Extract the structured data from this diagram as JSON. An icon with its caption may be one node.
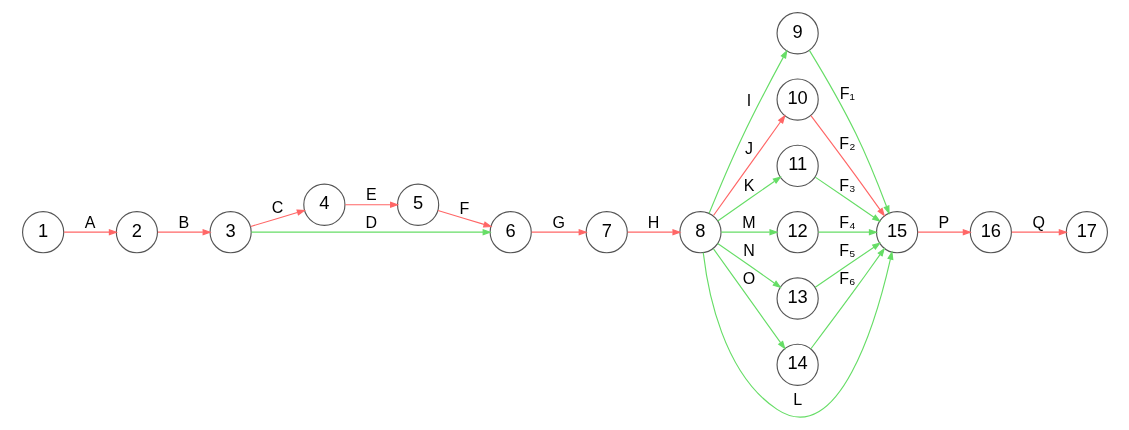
{
  "diagram": {
    "nodes": [
      {
        "text": [
          "1"
        ]
      },
      {
        "text": [
          "2"
        ]
      },
      {
        "text": [
          "3"
        ]
      },
      {
        "text": [
          "4"
        ]
      },
      {
        "text": [
          "5"
        ]
      },
      {
        "text": [
          "6"
        ]
      },
      {
        "text": [
          "7"
        ]
      },
      {
        "text": [
          "8"
        ]
      },
      {
        "text": [
          "9"
        ]
      },
      {
        "text": [
          "10"
        ]
      },
      {
        "text": [
          "11"
        ]
      },
      {
        "text": [
          "12"
        ]
      },
      {
        "text": [
          "13"
        ]
      },
      {
        "text": [
          "14"
        ]
      },
      {
        "text": [
          "15"
        ]
      },
      {
        "text": [
          "16"
        ]
      },
      {
        "text": [
          "17"
        ]
      }
    ],
    "edges": [
      {
        "from": 0,
        "to": 1,
        "arrow": "to",
        "label": "A",
        "color": "#ff6666"
      },
      {
        "from": 1,
        "to": 2,
        "arrow": "to",
        "label": "B",
        "color": "#ff6666"
      },
      {
        "from": 2,
        "to": 3,
        "arrow": "to",
        "label": "C",
        "color": "#ff6666"
      },
      {
        "from": 3,
        "to": 4,
        "arrow": "to",
        "label": "E",
        "color": "#ff6666"
      },
      {
        "from": 4,
        "to": 5,
        "arrow": "to",
        "label": "F",
        "color": "#ff6666"
      },
      {
        "from": 2,
        "to": 5,
        "arrow": "to",
        "label": "D"
      },
      {
        "from": 5,
        "to": 6,
        "arrow": "to",
        "label": "G",
        "color": "#ff6666"
      },
      {
        "from": 6,
        "to": 7,
        "arrow": "to",
        "label": "H",
        "color": "#ff6666"
      },
      {
        "from": 7,
        "to": 8,
        "arrow": "to",
        "label": "I"
      },
      {
        "from": 7,
        "to": 9,
        "arrow": "to",
        "label": "J",
        "color": "#ff6666"
      },
      {
        "from": 7,
        "to": 10,
        "arrow": "to",
        "label": "K"
      },
      {
        "from": 7,
        "to": 14,
        "arrow": "to",
        "label": "L"
      },
      {
        "from": 7,
        "to": 11,
        "arrow": "to",
        "label": "M"
      },
      {
        "from": 7,
        "to": 12,
        "arrow": "to",
        "label": "N"
      },
      {
        "from": 7,
        "to": 13,
        "arrow": "to",
        "label": "O"
      },
      {
        "from": 8,
        "to": 14,
        "arrow": "to",
        "label": "F₁"
      },
      {
        "from": 9,
        "to": 14,
        "arrow": "to",
        "label": "F₂",
        "color": "#ff6666"
      },
      {
        "from": 10,
        "to": 14,
        "arrow": "to",
        "label": "F₃"
      },
      {
        "from": 11,
        "to": 14,
        "arrow": "to",
        "label": "F₄"
      },
      {
        "from": 12,
        "to": 14,
        "arrow": "to",
        "label": "F₅"
      },
      {
        "from": 13,
        "to": 14,
        "arrow": "to",
        "label": "F₆"
      },
      {
        "from": 14,
        "to": 15,
        "arrow": "to",
        "label": "P",
        "color": "#ff6666"
      },
      {
        "from": 15,
        "to": 16,
        "arrow": "to",
        "label": "Q",
        "color": "#ff6666"
      }
    ]
  }
}
